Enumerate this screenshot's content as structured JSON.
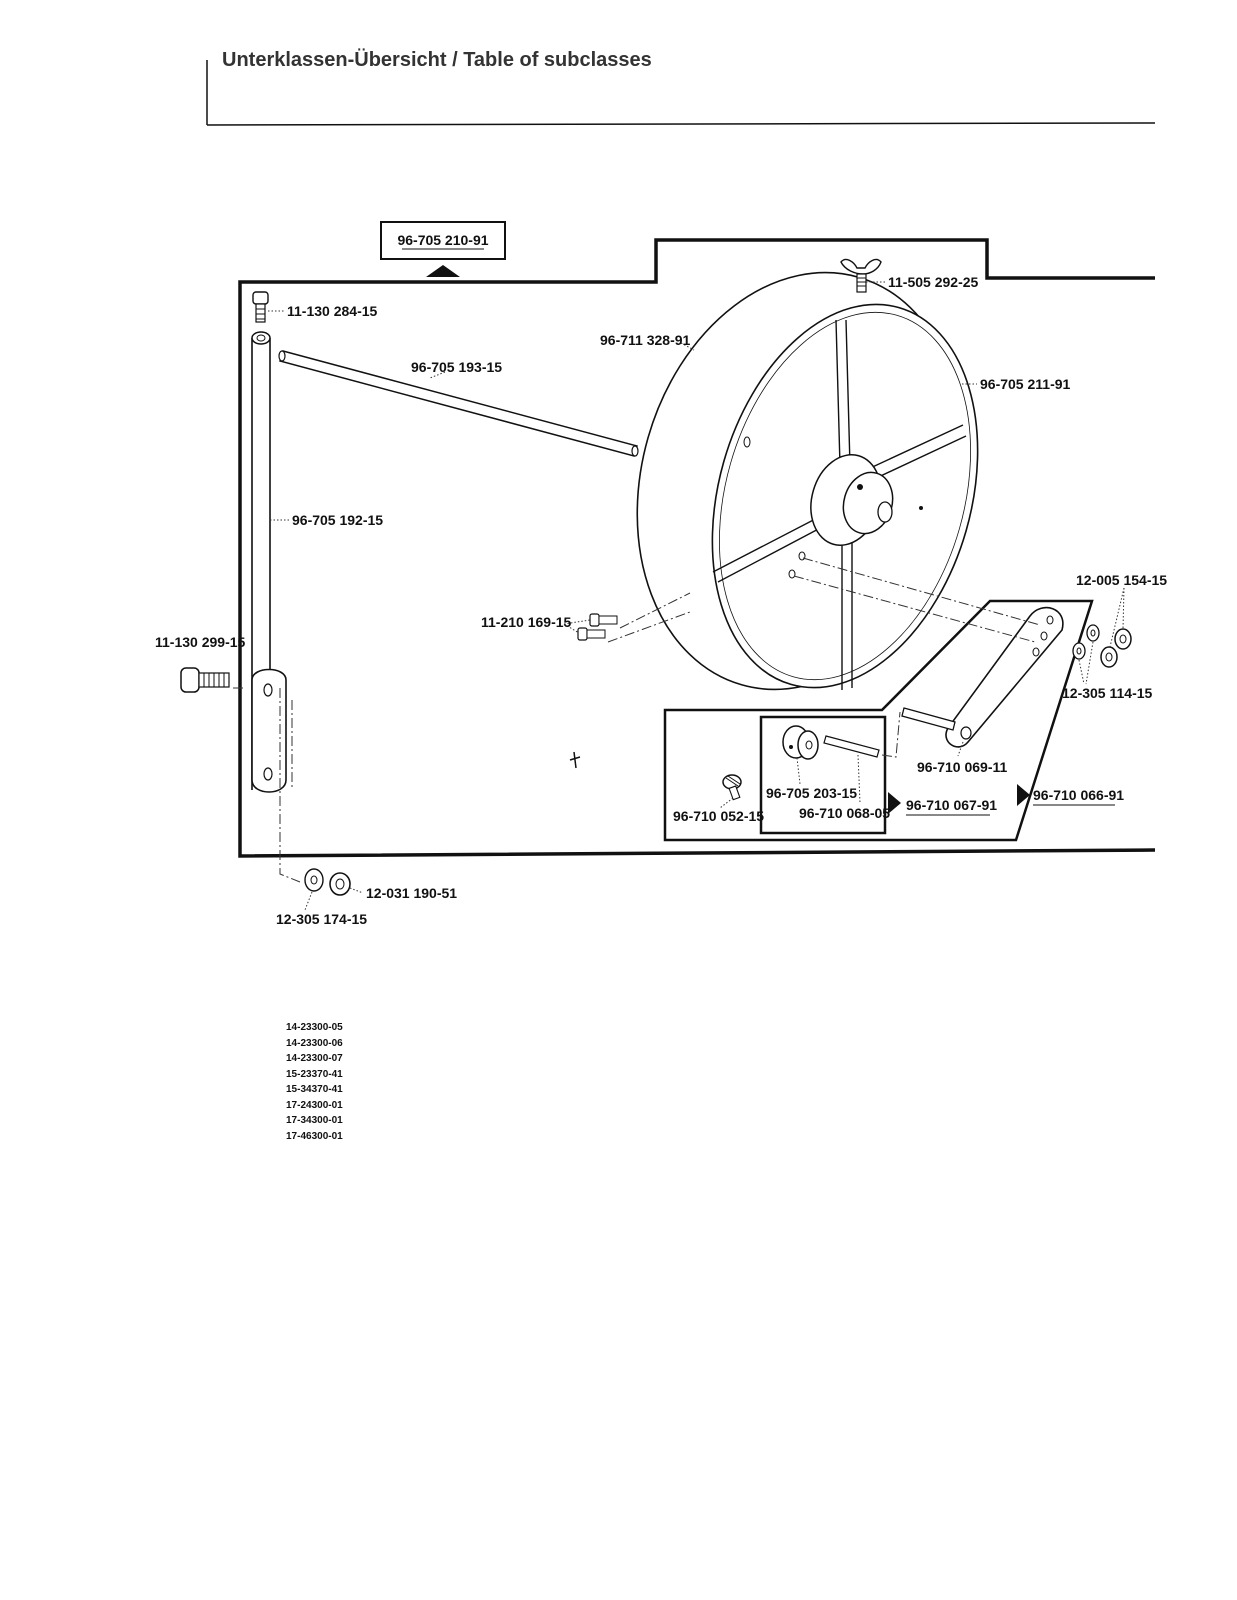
{
  "header": {
    "title": "Unterklassen-Übersicht / Table of subclasses"
  },
  "assembly_tags": {
    "main": "96-705 210-91",
    "sub_1": "96-710 067-91",
    "sub_2": "96-710 066-91"
  },
  "parts": {
    "wing_screw": "11-505 292-25",
    "top_screw": "11-130 284-15",
    "rod": "96-705 193-15",
    "disc_outer": "96-711 328-91",
    "disc": "96-705 211-91",
    "arm": "96-705 192-15",
    "screws_small": "11-210 169-15",
    "nuts_right": "12-005 154-15",
    "washers_right": "12-305 114-15",
    "side_screw": "11-130 299-15",
    "lever": "96-710 069-11",
    "collar": "96-705 203-15",
    "pin": "96-710 068-05",
    "thumb_screw": "96-710 052-15",
    "nut_bottom": "12-031 190-51",
    "washer_bottom": "12-305 174-15"
  },
  "models": [
    "14-23300-05",
    "14-23300-06",
    "14-23300-07",
    "15-23370-41",
    "15-34370-41",
    "17-24300-01",
    "17-34300-01",
    "17-46300-01"
  ]
}
